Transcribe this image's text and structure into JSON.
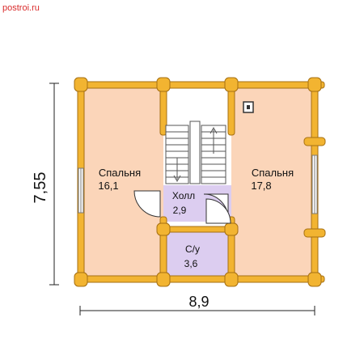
{
  "watermark": "postroi.ru",
  "dimensions": {
    "height": "7,55",
    "width": "8,9"
  },
  "rooms": {
    "bedroom_left": {
      "name": "Спальня",
      "area": "16,1"
    },
    "bedroom_right": {
      "name": "Спальня",
      "area": "17,8"
    },
    "hall": {
      "name": "Холл",
      "area": "2,9"
    },
    "bathroom": {
      "name": "С/у",
      "area": "3,6"
    }
  },
  "colors": {
    "bedroom": "#fbd5b9",
    "hall": "#dccdf0",
    "stair": "#ffffff",
    "log": "#f2b431",
    "log_outline": "#a56f12",
    "dimension_line": "#222222"
  },
  "icons": [
    "stairs-icon",
    "door-icon",
    "window-icon",
    "chimney-icon"
  ]
}
